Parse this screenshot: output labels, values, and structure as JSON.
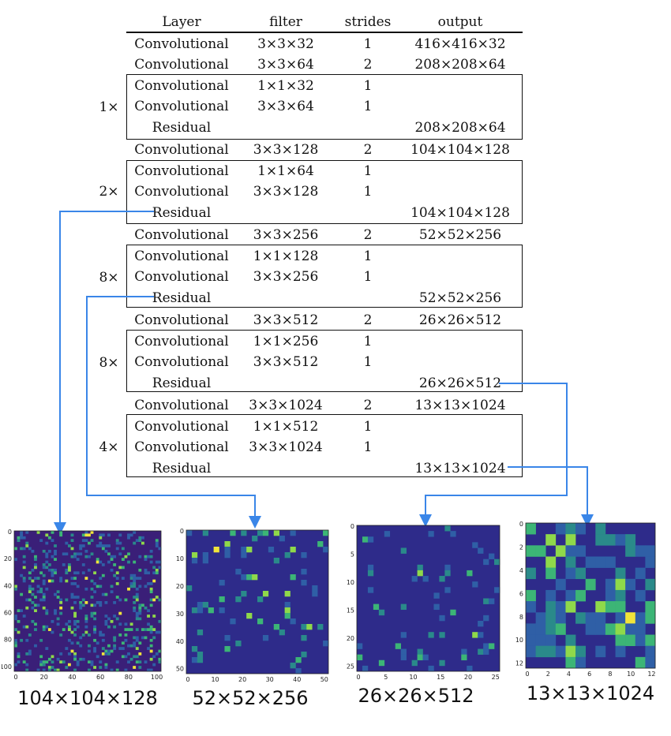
{
  "table": {
    "headers": {
      "layer": "Layer",
      "filter": "filter",
      "strides": "strides",
      "output": "output"
    },
    "rows": [
      {
        "layer": "Convolutional",
        "filter": "3×3×32",
        "strides": "1",
        "output": "416×416×32"
      },
      {
        "layer": "Convolutional",
        "filter": "3×3×64",
        "strides": "2",
        "output": "208×208×64"
      },
      {
        "layer": "Convolutional",
        "filter": "1×1×32",
        "strides": "1",
        "output": ""
      },
      {
        "layer": "Convolutional",
        "filter": "3×3×64",
        "strides": "1",
        "output": ""
      },
      {
        "layer": "Residual",
        "filter": "",
        "strides": "",
        "output": "208×208×64"
      },
      {
        "layer": "Convolutional",
        "filter": "3×3×128",
        "strides": "2",
        "output": "104×104×128"
      },
      {
        "layer": "Convolutional",
        "filter": "1×1×64",
        "strides": "1",
        "output": ""
      },
      {
        "layer": "Convolutional",
        "filter": "3×3×128",
        "strides": "1",
        "output": ""
      },
      {
        "layer": "Residual",
        "filter": "",
        "strides": "",
        "output": "104×104×128"
      },
      {
        "layer": "Convolutional",
        "filter": "3×3×256",
        "strides": "2",
        "output": "52×52×256"
      },
      {
        "layer": "Convolutional",
        "filter": "1×1×128",
        "strides": "1",
        "output": ""
      },
      {
        "layer": "Convolutional",
        "filter": "3×3×256",
        "strides": "1",
        "output": ""
      },
      {
        "layer": "Residual",
        "filter": "",
        "strides": "",
        "output": "52×52×256"
      },
      {
        "layer": "Convolutional",
        "filter": "3×3×512",
        "strides": "2",
        "output": "26×26×512"
      },
      {
        "layer": "Convolutional",
        "filter": "1×1×256",
        "strides": "1",
        "output": ""
      },
      {
        "layer": "Convolutional",
        "filter": "3×3×512",
        "strides": "1",
        "output": ""
      },
      {
        "layer": "Residual",
        "filter": "",
        "strides": "",
        "output": "26×26×512"
      },
      {
        "layer": "Convolutional",
        "filter": "3×3×1024",
        "strides": "2",
        "output": "13×13×1024"
      },
      {
        "layer": "Convolutional",
        "filter": "1×1×512",
        "strides": "1",
        "output": ""
      },
      {
        "layer": "Convolutional",
        "filter": "3×3×1024",
        "strides": "1",
        "output": ""
      },
      {
        "layer": "Residual",
        "filter": "",
        "strides": "",
        "output": "13×13×1024"
      }
    ],
    "blocks": [
      {
        "repeat": "1×"
      },
      {
        "repeat": "2×"
      },
      {
        "repeat": "8×"
      },
      {
        "repeat": "8×"
      },
      {
        "repeat": "4×"
      }
    ]
  },
  "feature_maps": [
    {
      "caption": "104×104×128",
      "xticks": [
        "0",
        "20",
        "40",
        "60",
        "80",
        "100"
      ],
      "yticks": [
        "0",
        "20",
        "40",
        "60",
        "80",
        "100"
      ]
    },
    {
      "caption": "52×52×256",
      "xticks": [
        "0",
        "10",
        "20",
        "30",
        "40",
        "50"
      ],
      "yticks": [
        "0",
        "10",
        "20",
        "30",
        "40",
        "50"
      ]
    },
    {
      "caption": "26×26×512",
      "xticks": [
        "0",
        "5",
        "10",
        "15",
        "20",
        "25"
      ],
      "yticks": [
        "0",
        "5",
        "10",
        "15",
        "20",
        "25"
      ]
    },
    {
      "caption": "13×13×1024",
      "xticks": [
        "0",
        "2",
        "4",
        "6",
        "8",
        "10",
        "12"
      ],
      "yticks": [
        "0",
        "2",
        "4",
        "6",
        "8",
        "10",
        "12"
      ]
    }
  ],
  "colors": {
    "arrow": "#3a86e8",
    "map_bg": "#2b2b8c",
    "map_dark": "#3b2a86"
  }
}
